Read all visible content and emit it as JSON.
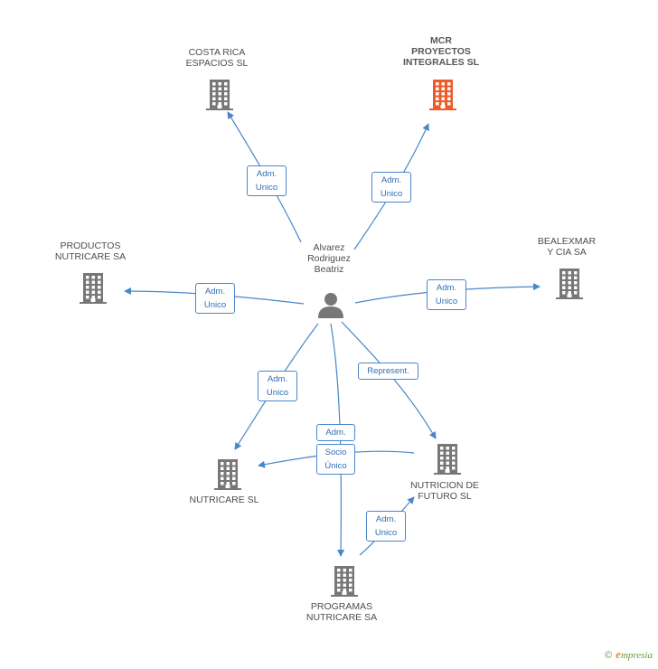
{
  "nodes": {
    "person": {
      "label": "Alvarez\nRodriguez\nBeatriz",
      "icon": "person-icon"
    },
    "costa": {
      "label": "COSTA RICA\nESPACIOS SL",
      "icon": "building-icon"
    },
    "mcr": {
      "label": "MCR\nPROYECTOS\nINTEGRALES SL",
      "icon": "building-icon",
      "color": "#f05a28"
    },
    "productos": {
      "label": "PRODUCTOS\nNUTRICARE SA",
      "icon": "building-icon"
    },
    "bealex": {
      "label": "BEALEXMAR\nY CIA SA",
      "icon": "building-icon"
    },
    "nutricare": {
      "label": "NUTRICARE SL",
      "icon": "building-icon"
    },
    "futuro": {
      "label": "NUTRICION DE\nFUTURO SL",
      "icon": "building-icon"
    },
    "programas": {
      "label": "PROGRAMAS\nNUTRICARE SA",
      "icon": "building-icon"
    }
  },
  "edges": {
    "costa": "Adm.\nUnico",
    "mcr": "Adm.\nUnico",
    "productos": "Adm.\nUnico",
    "bealex": "Adm.\nUnico",
    "nutricare": "Adm.\nUnico",
    "futuro": "Represent.",
    "programas_adm": "Adm.",
    "programas_socio": "Socio\nÚnico",
    "prog_futuro": "Adm.\nUnico"
  },
  "colors": {
    "building": "#777777",
    "highlight": "#f05a28",
    "link": "#4a86c8"
  },
  "footer": {
    "copyright": "©",
    "brand_first": "e",
    "brand_rest": "mpresia"
  }
}
